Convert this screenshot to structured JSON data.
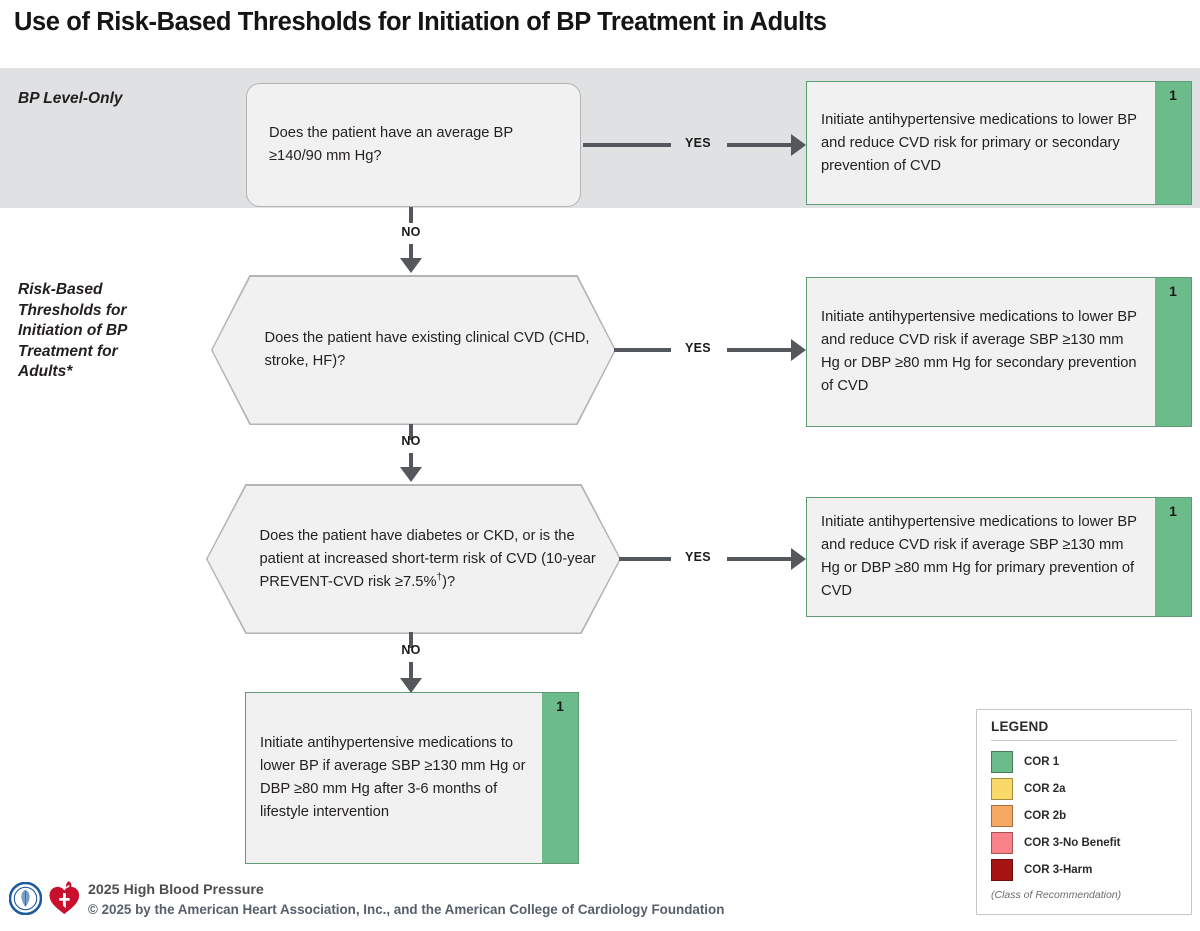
{
  "page_title": "Use of Risk-Based Thresholds for Initiation of BP Treatment in Adults",
  "sections": {
    "bp_level_only": "BP Level-Only",
    "risk_based": "Risk-Based Thresholds for Initiation of BP Treatment for Adults*"
  },
  "nodes": {
    "decision1": "Does the patient have an average BP ≥140/90 mm Hg?",
    "decision2": "Does the patient have existing clinical CVD (CHD, stroke, HF)?",
    "decision3_part1": "Does the patient have diabetes or CKD, or is the patient at increased short-term risk of CVD (10-year PREVENT-CVD risk ≥7.5%",
    "decision3_dagger": "†",
    "decision3_part2": ")?"
  },
  "recommendations": [
    {
      "text": "Initiate antihypertensive medications to lower BP and reduce CVD risk for primary or secondary prevention of CVD",
      "cor": "1"
    },
    {
      "text": "Initiate antihypertensive medications to lower BP and reduce CVD risk if average SBP ≥130 mm Hg or DBP ≥80 mm Hg for secondary prevention of CVD",
      "cor": "1"
    },
    {
      "text": "Initiate antihypertensive medications to lower BP and reduce CVD risk if average SBP ≥130 mm Hg or DBP ≥80 mm Hg for primary prevention of CVD",
      "cor": "1"
    },
    {
      "text": "Initiate antihypertensive medications to lower BP if average SBP ≥130 mm Hg or DBP ≥80 mm Hg after 3-6 months of lifestyle intervention",
      "cor": "1"
    }
  ],
  "connectors": {
    "yes": "YES",
    "no": "NO"
  },
  "legend": {
    "title": "LEGEND",
    "items": [
      {
        "label": "COR 1",
        "color": "#6cbc8b"
      },
      {
        "label": "COR 2a",
        "color": "#f9da68"
      },
      {
        "label": "COR 2b",
        "color": "#f6a963"
      },
      {
        "label": "COR 3-No Benefit",
        "color": "#f98189"
      },
      {
        "label": "COR 3-Harm",
        "color": "#a61414"
      }
    ],
    "footnote": "(Class of Recommendation)"
  },
  "footer": {
    "line1": "2025 High Blood Pressure",
    "line2": "© 2025 by the American Heart Association, Inc., and the American College of Cardiology Foundation"
  },
  "colors": {
    "band_grey": "#dfe1e3",
    "node_fill": "#f1f1f1",
    "node_border": "#b4b4b4",
    "connector": "#54585c",
    "cor1_green": "#6cbc8b",
    "cor1_border": "#5d9b74"
  }
}
